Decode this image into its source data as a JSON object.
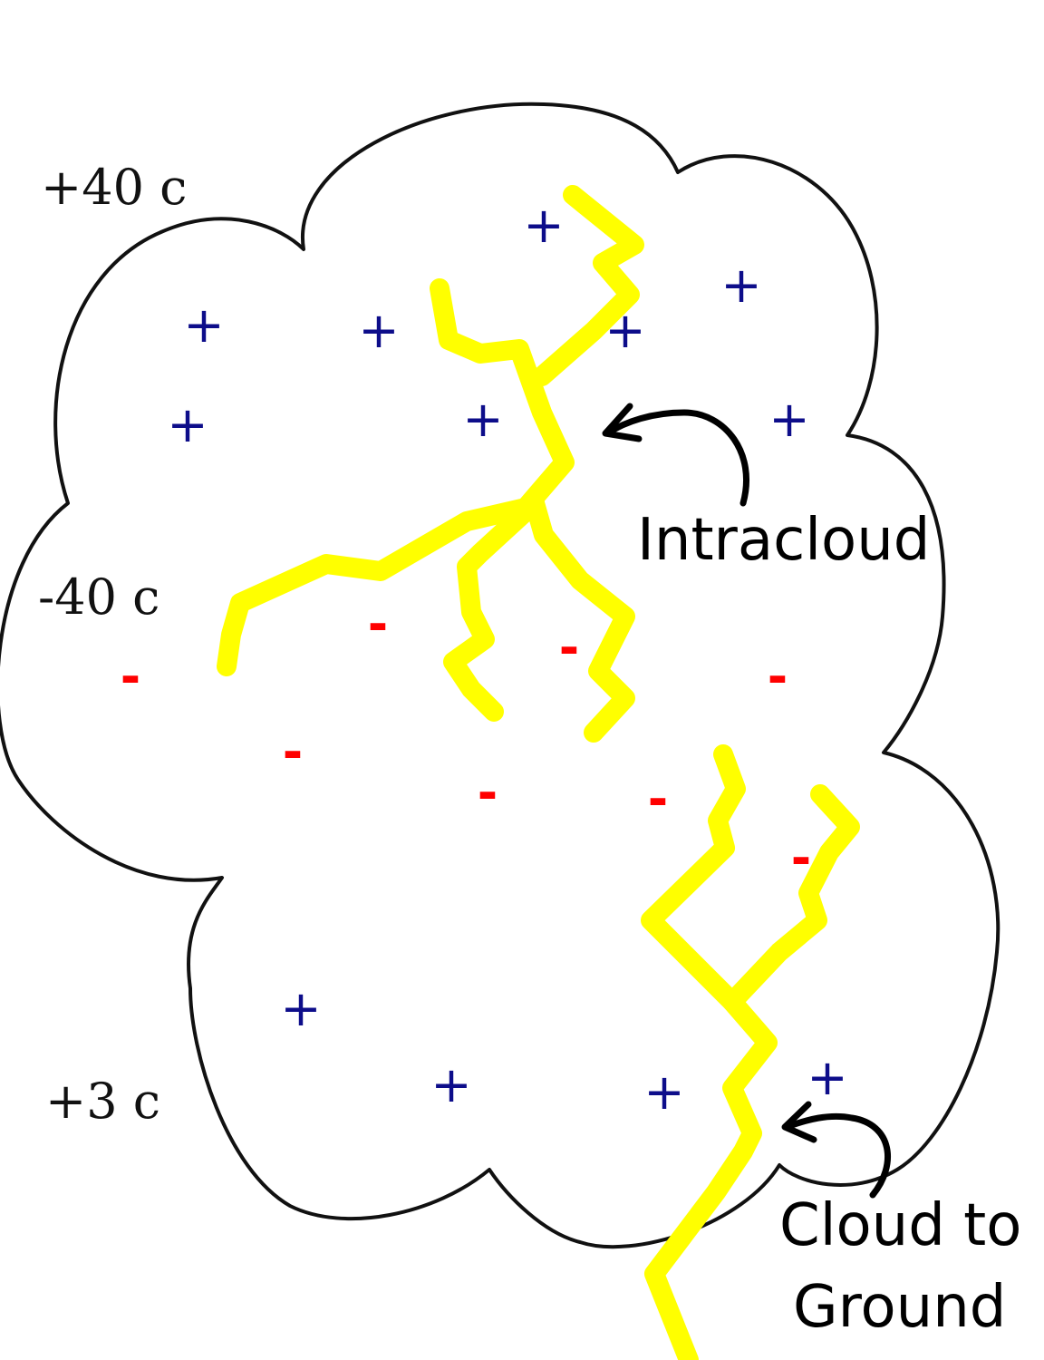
{
  "labels": {
    "temp_top": "+40 c",
    "temp_middle": "-40 c",
    "temp_bottom": "+3 c",
    "intracloud": "Intracloud",
    "cloud_to_ground_line1": "Cloud to",
    "cloud_to_ground_line2": "Ground"
  },
  "symbols": {
    "plus": "+",
    "minus": "-"
  },
  "colors": {
    "cloud_outline": "#111111",
    "lightning": "#ffff00",
    "positive_charge": "#0d0d8a",
    "negative_charge": "#ff0000",
    "arrow": "#000000"
  }
}
